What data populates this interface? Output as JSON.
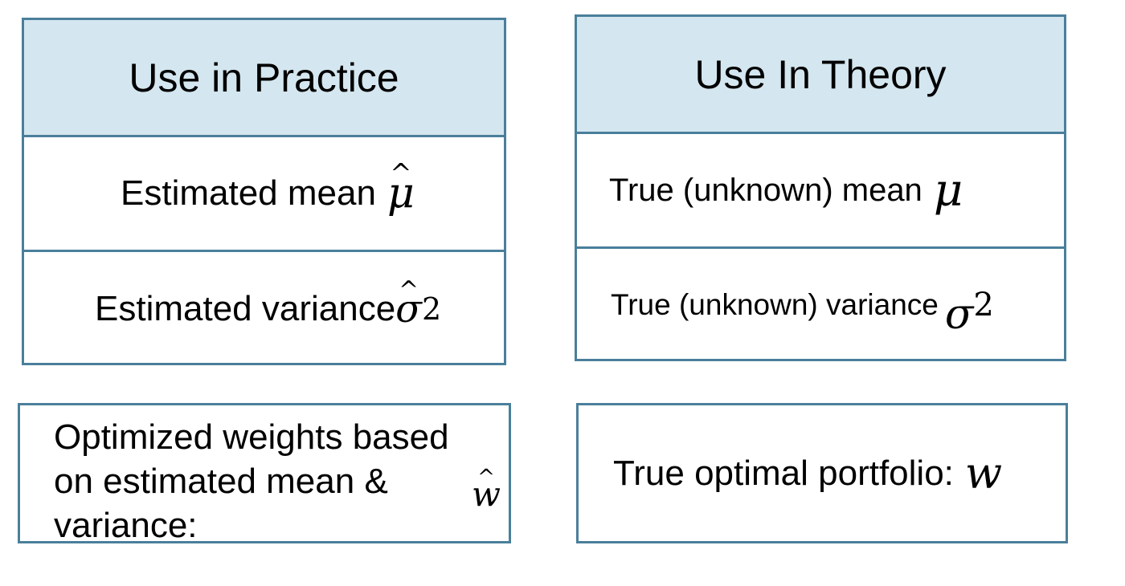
{
  "practice": {
    "header": "Use in Practice",
    "mean_label": "Estimated mean",
    "mean_symbol": "μ",
    "variance_label": "Estimated variance",
    "variance_symbol": "σ",
    "variance_power": "2"
  },
  "theory": {
    "header": "Use In Theory",
    "mean_label": "True (unknown) mean",
    "mean_symbol": "μ",
    "variance_label": "True (unknown) variance",
    "variance_symbol": "σ",
    "variance_power": "2"
  },
  "estimated_weights": {
    "lines": [
      "Optimized weights based",
      "on estimated mean &",
      "variance:"
    ],
    "symbol": "w"
  },
  "true_weights": {
    "label": "True optimal portfolio:",
    "symbol": "w"
  },
  "colors": {
    "border": "#4a7f9b",
    "header_fill": "#d4e6ef"
  }
}
